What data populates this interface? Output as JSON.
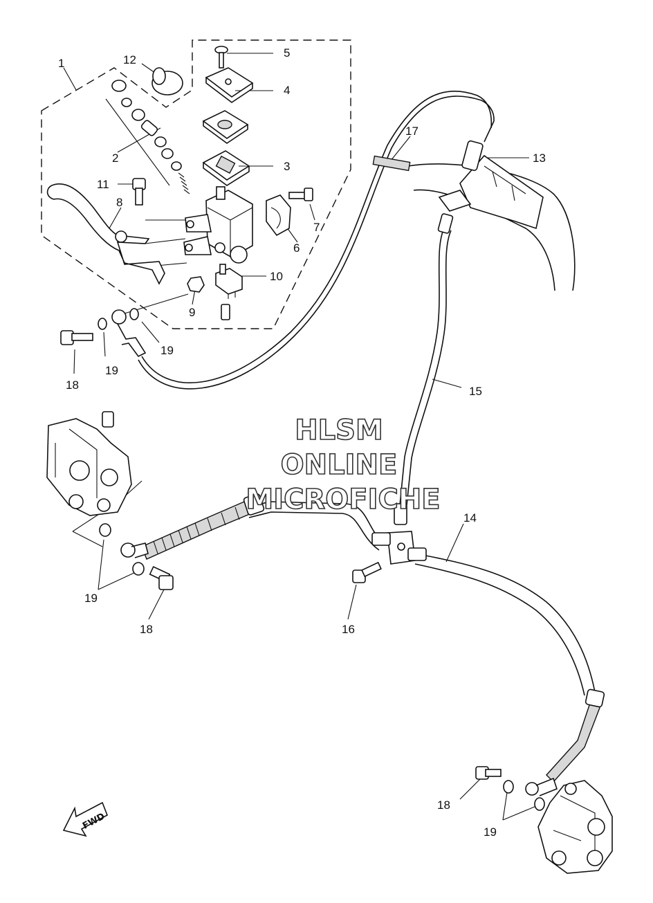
{
  "watermark": {
    "line1": "HLSM",
    "line2": "ONLINE",
    "line3": "MICROFICHE"
  },
  "direction_marker": "FWD",
  "callouts": {
    "c1": "1",
    "c2": "2",
    "c3": "3",
    "c4": "4",
    "c5": "5",
    "c6": "6",
    "c7": "7",
    "c8": "8",
    "c9": "9",
    "c10": "10",
    "c11": "11",
    "c12": "12",
    "c13": "13",
    "c14": "14",
    "c15": "15",
    "c16": "16",
    "c17": "17",
    "c18a": "18",
    "c18b": "18",
    "c18c": "18",
    "c19a": "19",
    "c19b": "19",
    "c19c": "19",
    "c19d": "19"
  }
}
